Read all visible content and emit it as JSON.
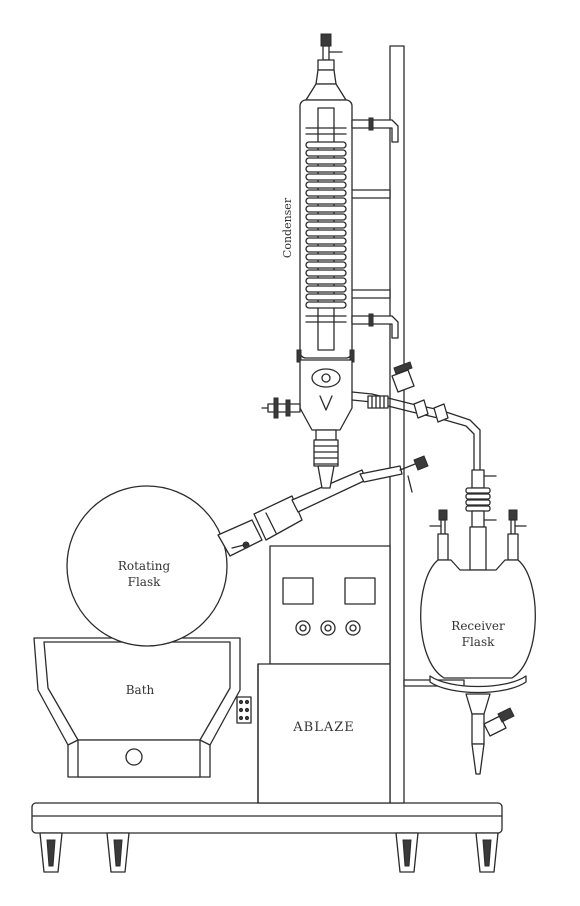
{
  "labels": {
    "condenser": "Condenser",
    "rotating_flask_line1": "Rotating",
    "rotating_flask_line2": "Flask",
    "receiver_flask_line1": "Receiver",
    "receiver_flask_line2": "Flask",
    "bath": "Bath",
    "brand": "ABLAZE"
  }
}
